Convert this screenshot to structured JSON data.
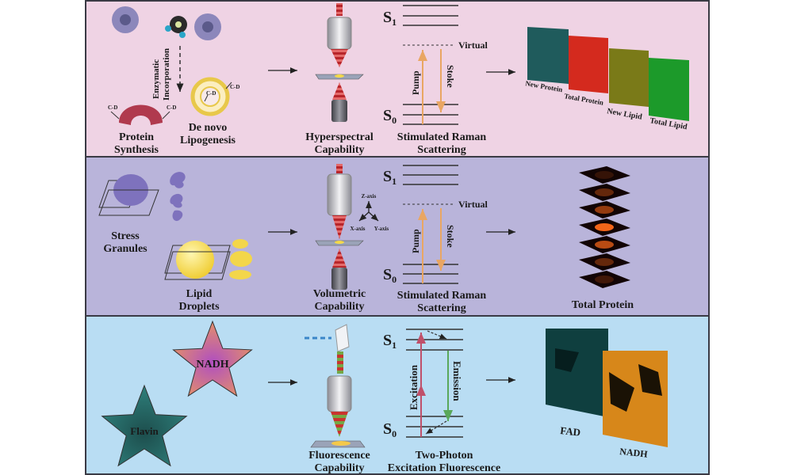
{
  "panels": [
    {
      "name": "hyperspectral",
      "background": "#efd3e4",
      "sources": {
        "enzymatic": "Enzymatic",
        "incorporation": "Incorporation",
        "cd": "C-D",
        "protein_line1": "Protein",
        "protein_line2": "Synthesis",
        "lipo_line1": "De novo",
        "lipo_line2": "Lipogenesis"
      },
      "capability_line1": "Hyperspectral",
      "capability_line2": "Capability",
      "energy": {
        "s1": "S",
        "s1_sub": "1",
        "s0": "S",
        "s0_sub": "0",
        "virtual": "Virtual",
        "pump": "Pump",
        "stoke": "Stoke",
        "caption_line1": "Stimulated Raman",
        "caption_line2": "Scattering"
      },
      "outputs": [
        "New Protein",
        "Total Protein",
        "New Lipid",
        "Total Lipid"
      ]
    },
    {
      "name": "volumetric",
      "background": "#b9b4da",
      "sources": {
        "stress_line1": "Stress",
        "stress_line2": "Granules",
        "lipid_line1": "Lipid",
        "lipid_line2": "Droplets"
      },
      "axes": {
        "z": "Z-axis",
        "x": "X-axis",
        "y": "Y-axis"
      },
      "capability_line1": "Volumetric",
      "capability_line2": "Capability",
      "energy": {
        "s1": "S",
        "s1_sub": "1",
        "s0": "S",
        "s0_sub": "0",
        "virtual": "Virtual",
        "pump": "Pump",
        "stoke": "Stoke",
        "caption_line1": "Stimulated Raman",
        "caption_line2": "Scattering"
      },
      "output": "Total Protein"
    },
    {
      "name": "fluorescence",
      "background": "#b9ddf3",
      "sources": {
        "nadh": "NADH",
        "flavin": "Flavin"
      },
      "capability_line1": "Fluorescence",
      "capability_line2": "Capability",
      "energy": {
        "s1": "S",
        "s1_sub": "1",
        "s0": "S",
        "s0_sub": "0",
        "excitation": "Excitation",
        "emission": "Emission",
        "caption_line1": "Two-Photon",
        "caption_line2": "Excitation Fluorescence"
      },
      "outputs": [
        "FAD",
        "NADH"
      ]
    }
  ],
  "colors": {
    "pump": "#e9a663",
    "excitation": "#c0506a",
    "emission": "#5aa85a",
    "laser_red": "#b8252b",
    "lipid_yellow": "#f3d64a",
    "protein_red": "#b03a4e"
  }
}
